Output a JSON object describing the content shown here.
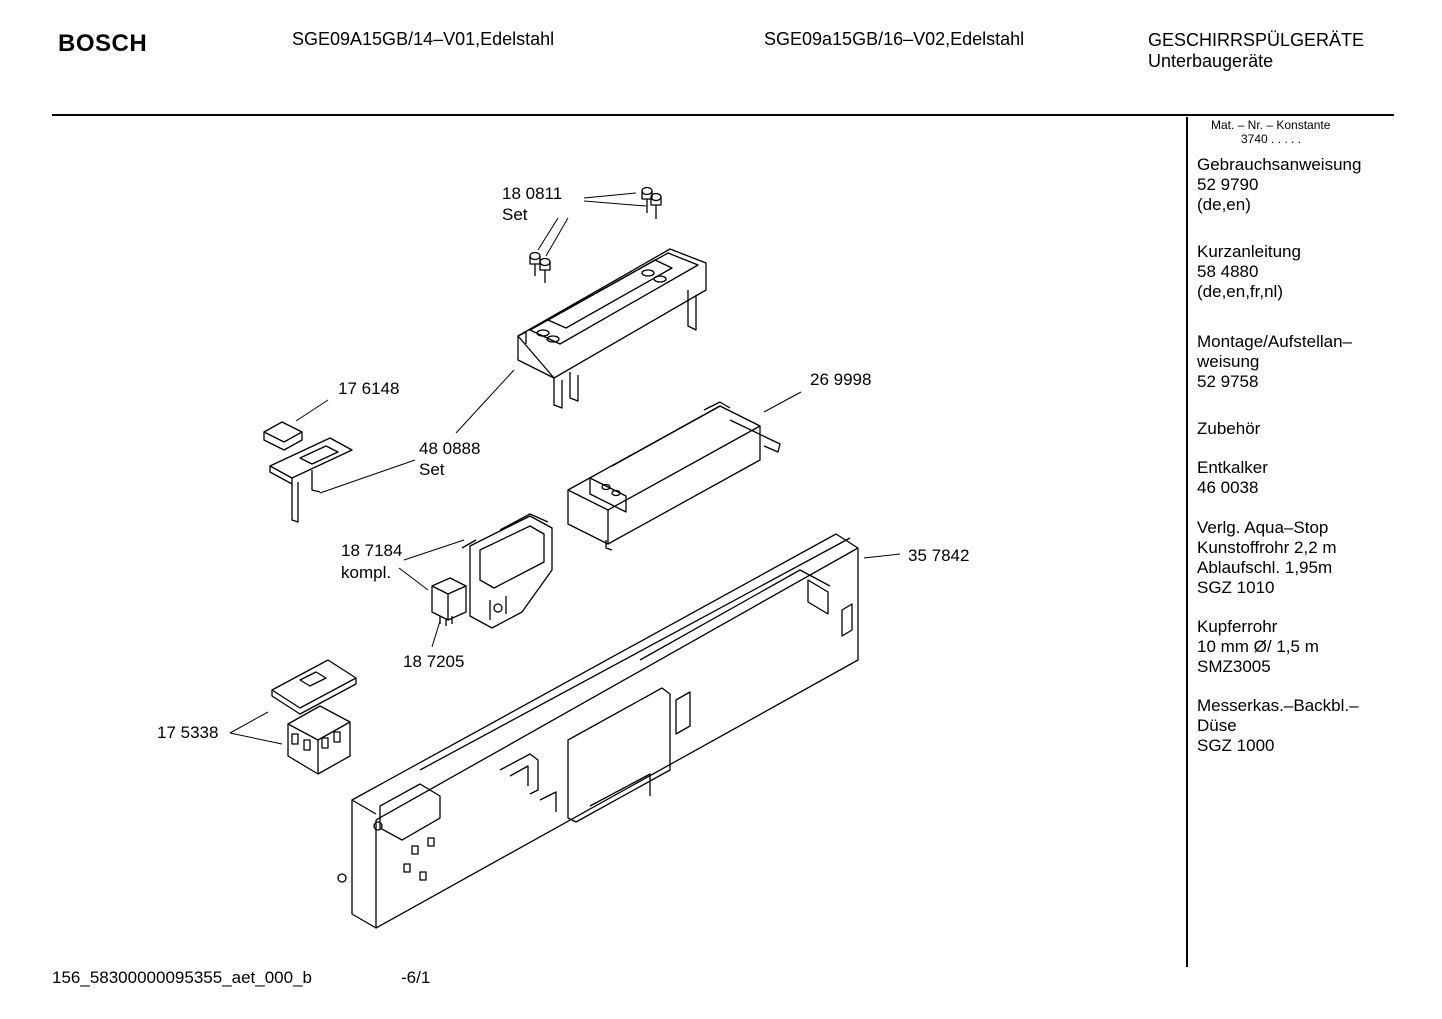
{
  "header": {
    "brand": "BOSCH",
    "model_1": "SGE09A15GB/14–V01,Edelstahl",
    "model_2": "SGE09a15GB/16–V02,Edelstahl",
    "category_1": "GESCHIRRSPÜLGERÄTE",
    "category_2": "Unterbaugeräte"
  },
  "sidebar": {
    "mat_title": "Mat. – Nr. – Konstante",
    "mat_value": "3740  .   .   .   .   .",
    "entries": [
      {
        "lines": [
          "Gebrauchsanweisung",
          "52 9790",
          "(de,en)"
        ]
      },
      {
        "lines": [
          "Kurzanleitung",
          "58 4880",
          "(de,en,fr,nl)"
        ]
      },
      {
        "lines": [
          "Montage/Aufstellan–",
          "weisung",
          "52 9758"
        ]
      },
      {
        "lines": [
          "Zubehör"
        ]
      },
      {
        "lines": [
          "Entkalker",
          "46 0038"
        ]
      },
      {
        "lines": [
          "Verlg. Aqua–Stop",
          "Kunstoffrohr 2,2 m",
          "Ablaufschl. 1,95m",
          "SGZ 1010"
        ]
      },
      {
        "lines": [
          "Kupferrohr",
          "10 mm Ø/ 1,5 m",
          "SMZ3005"
        ]
      },
      {
        "lines": [
          "Messerkas.–Backbl.–",
          "Düse",
          "SGZ 1000"
        ]
      }
    ]
  },
  "parts": {
    "p180811": "18 0811",
    "p180811_sub": "Set",
    "p176148": "17 6148",
    "p480888": "48 0888",
    "p480888_sub": "Set",
    "p269998": "26 9998",
    "p187184": "18 7184",
    "p187184_sub": "kompl.",
    "p357842": "35 7842",
    "p187205": "18 7205",
    "p175338": "17 5338"
  },
  "footer": {
    "code": "156_58300000095355_aet_000_b",
    "page": "-6/1"
  }
}
